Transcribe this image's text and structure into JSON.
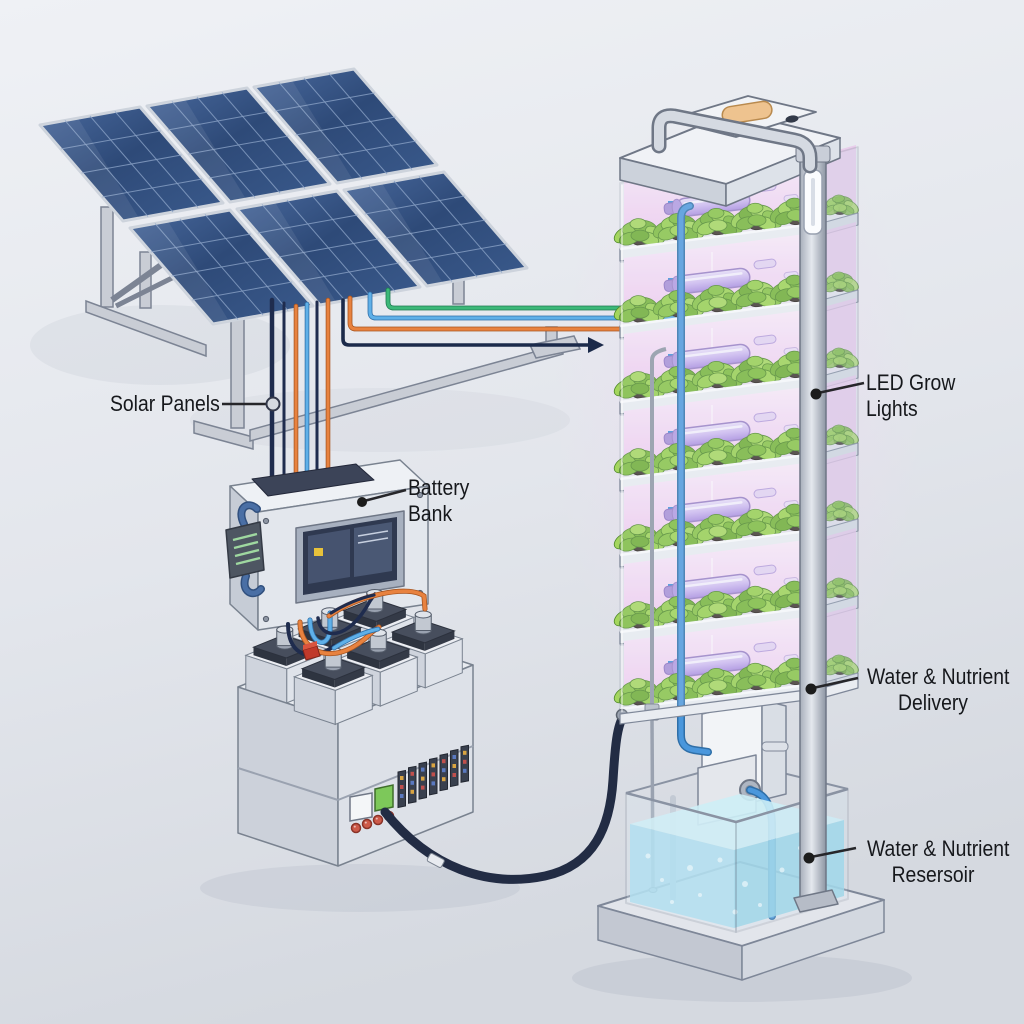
{
  "labels": {
    "solar_panels": [
      "Solar Panels"
    ],
    "battery_bank": [
      "Battery",
      "Bank"
    ],
    "led_grow_lights": [
      "LED Grow",
      "Lights"
    ],
    "water_nutrient_delivery": [
      "Water & Nutrient",
      "Delivery"
    ],
    "water_nutrient_reservoir": [
      "Water & Nutrient",
      "Resersoir"
    ]
  },
  "components": {
    "solar_array": {
      "panels": 6,
      "rows": 2,
      "cols": 3
    },
    "grow_tower": {
      "levels": 7,
      "plants_per_shelf": 5
    },
    "battery_array": {
      "cells": 6
    }
  },
  "colors": {
    "background_top": "#eef0f4",
    "background_bottom": "#d6dae1",
    "solar_panel_blue": "#33517e",
    "wire_navy": "#1f2c4e",
    "wire_orange": "#e8823f",
    "wire_blue": "#5fb0e8",
    "wire_green": "#3cb878",
    "grow_light_pink": "#efc9ef",
    "led_tube_lavender": "#c4aeea",
    "plant_green": "#86c244",
    "water_blue": "#a5dcee",
    "metal_gray": "#c9cdd5"
  }
}
